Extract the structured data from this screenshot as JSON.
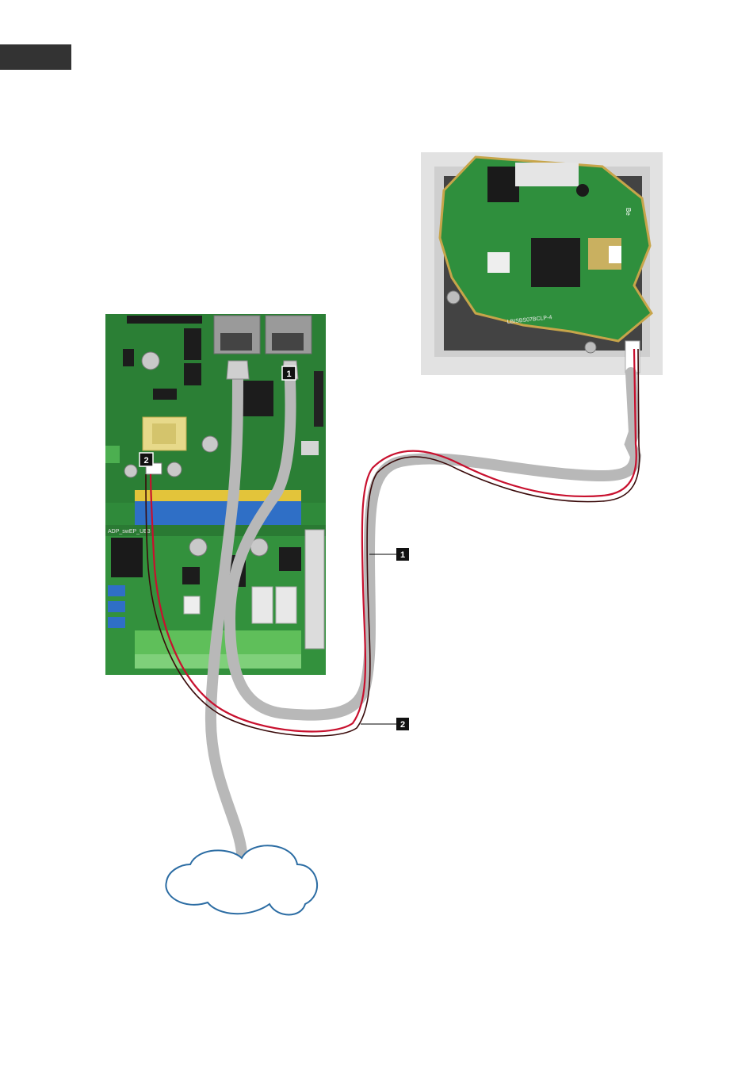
{
  "callouts": [
    {
      "number": "1"
    },
    {
      "number": "2"
    }
  ],
  "board_markings": {
    "controller_label": "ADP_swEP_UE3",
    "module_vendor": "Be",
    "module_text": "LBISBS07BCLP-4"
  },
  "colors": {
    "corner_tab": "#333333",
    "cable_grey": "#b8b8b8",
    "wire_red": "#c8102e",
    "wire_dark": "#3a0a0a",
    "pcb_green": "#2f8a3a",
    "terminal_blue": "#2f6fc6",
    "cloud_outline": "#2b6ca3"
  },
  "icons": {
    "cloud": "network-cloud-icon"
  }
}
